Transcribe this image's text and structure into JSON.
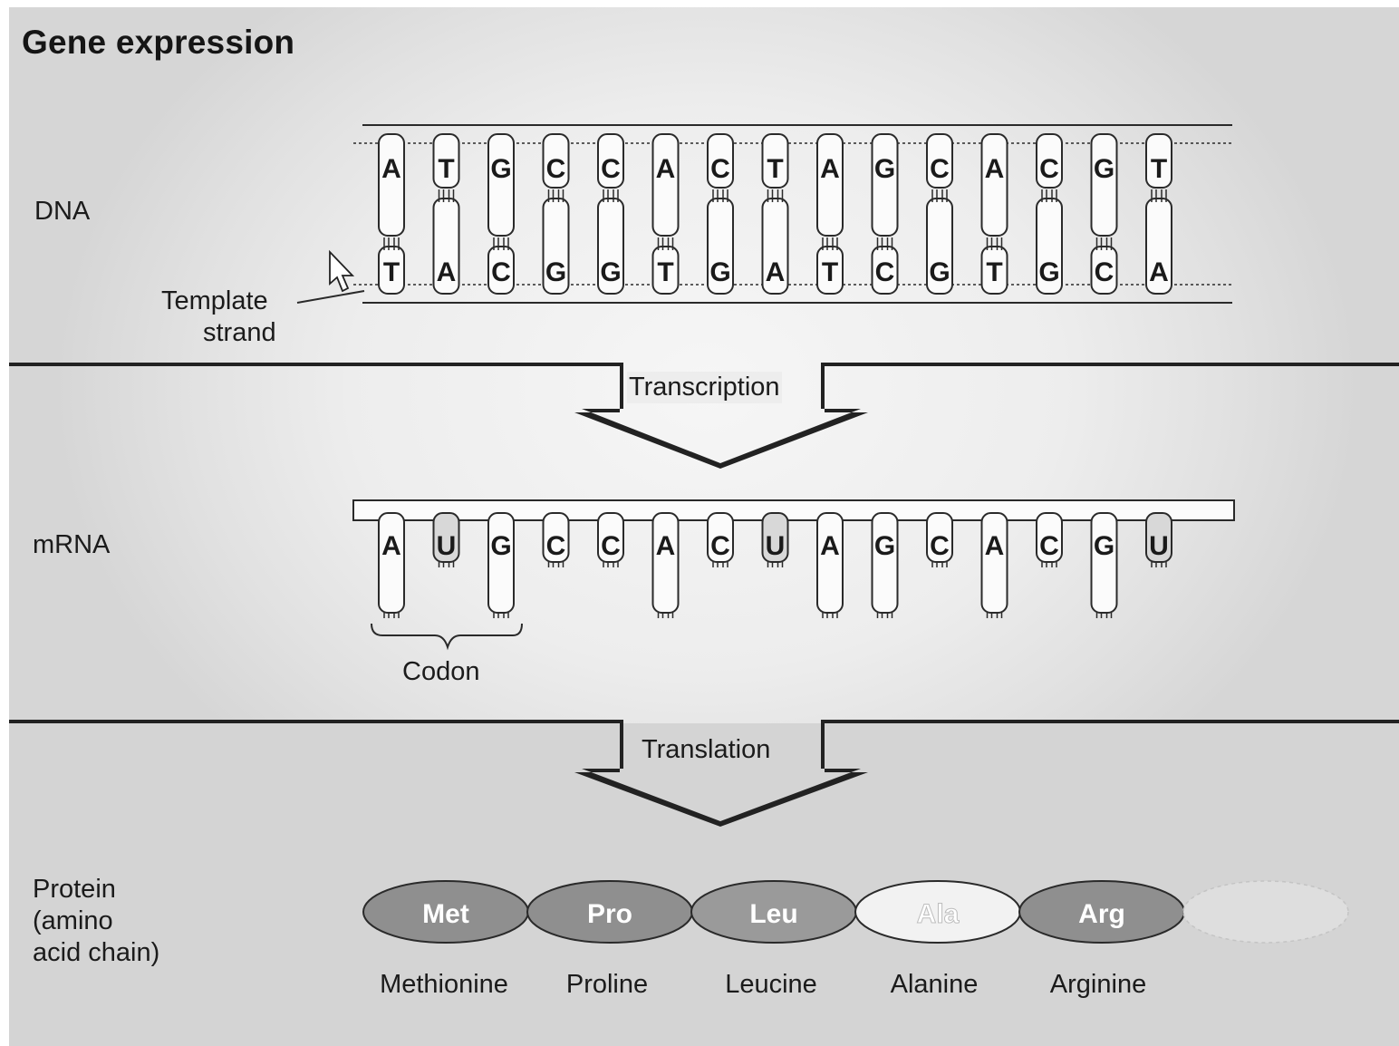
{
  "title": "Gene expression",
  "labels": {
    "dna": "DNA",
    "template_line1": "Template",
    "template_line2": "strand",
    "mrna": "mRNA",
    "codon": "Codon",
    "protein_line1": "Protein",
    "protein_line2": "(amino",
    "protein_line3": "acid chain)"
  },
  "steps": {
    "transcription": "Transcription",
    "translation": "Translation"
  },
  "dna": {
    "top_strand": [
      "A",
      "T",
      "G",
      "C",
      "C",
      "A",
      "C",
      "T",
      "A",
      "G",
      "C",
      "A",
      "C",
      "G",
      "T"
    ],
    "template_strand": [
      "T",
      "A",
      "C",
      "G",
      "G",
      "T",
      "G",
      "A",
      "T",
      "C",
      "G",
      "T",
      "G",
      "C",
      "A"
    ]
  },
  "mrna": [
    "A",
    "U",
    "G",
    "C",
    "C",
    "A",
    "C",
    "U",
    "A",
    "G",
    "C",
    "A",
    "C",
    "G",
    "U"
  ],
  "protein": [
    {
      "abbr": "Met",
      "name": "Methionine",
      "shade": "#8f8f8f"
    },
    {
      "abbr": "Pro",
      "name": "Proline",
      "shade": "#8f8f8f"
    },
    {
      "abbr": "Leu",
      "name": "Leucine",
      "shade": "#9a9a9a"
    },
    {
      "abbr": "Ala",
      "name": "Alanine",
      "shade": "#f2f2f2"
    },
    {
      "abbr": "Arg",
      "name": "Arginine",
      "shade": "#8f8f8f"
    }
  ],
  "colors": {
    "band": "#d3d3d3",
    "outline": "#2a2a2a",
    "base_fill": "#fbfbfb"
  }
}
